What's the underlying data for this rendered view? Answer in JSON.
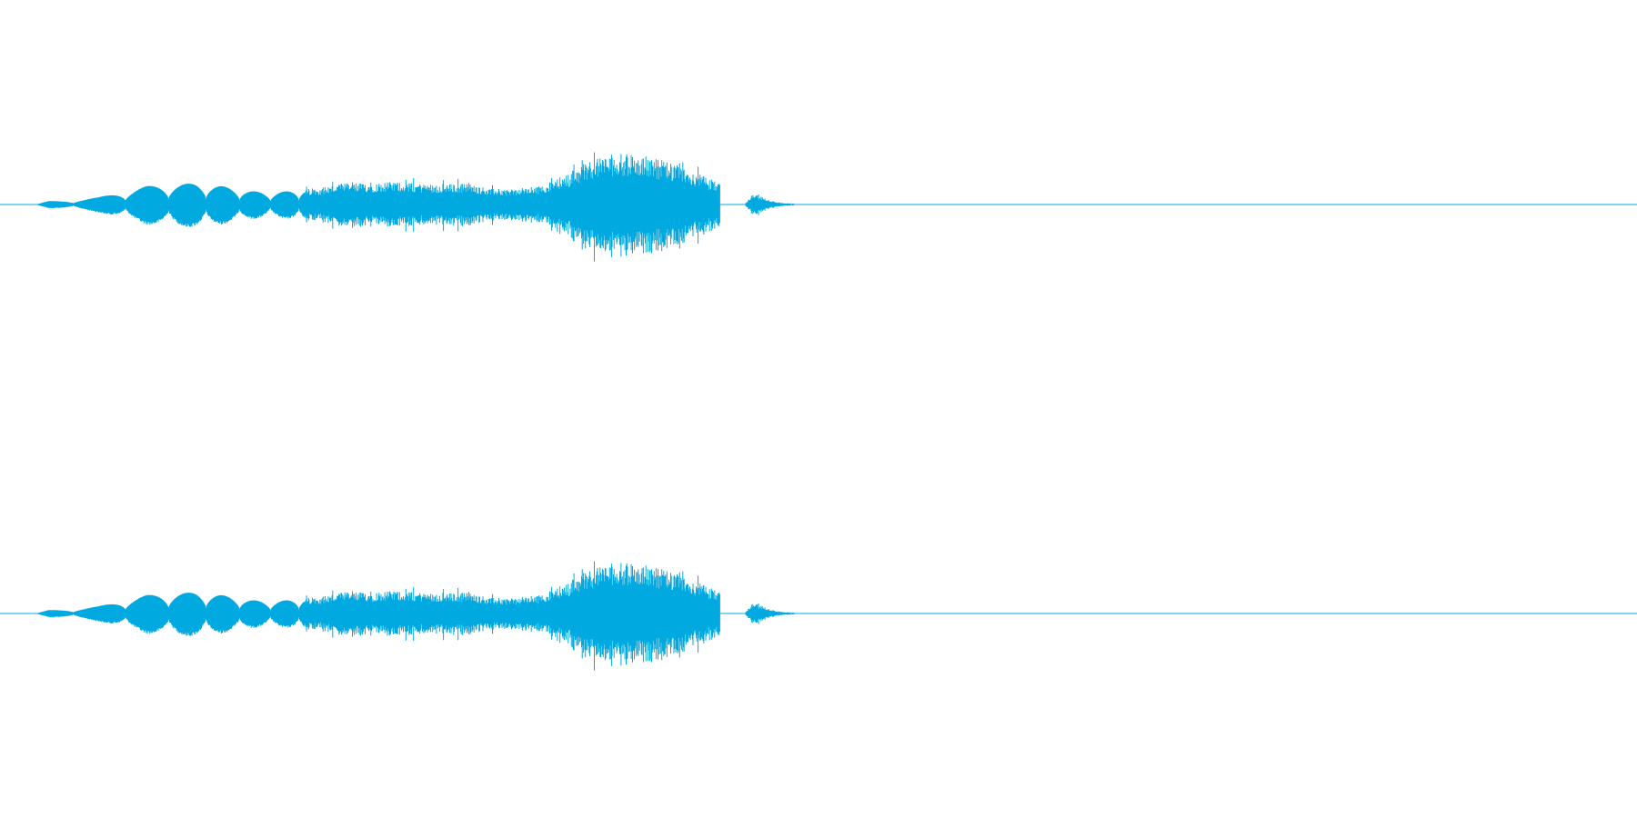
{
  "chart_data": {
    "type": "waveform",
    "title": "",
    "xlabel": "",
    "ylabel": "",
    "grid": false,
    "legend": "none",
    "color": "#00a9e0",
    "x_range": [
      0,
      1
    ],
    "amplitude_range": [
      -1,
      1
    ],
    "channels": [
      {
        "name": "",
        "envelope": {
          "x": [
            0.0,
            0.022,
            0.03,
            0.045,
            0.06,
            0.075,
            0.09,
            0.105,
            0.12,
            0.135,
            0.15,
            0.165,
            0.18,
            0.195,
            0.21,
            0.225,
            0.24,
            0.255,
            0.27,
            0.285,
            0.3,
            0.315,
            0.33,
            0.345,
            0.36,
            0.375,
            0.39,
            0.4,
            0.42,
            0.44,
            0.46,
            0.47,
            0.475,
            0.48,
            0.485,
            0.49,
            0.455,
            0.44
          ],
          "amplitude": [
            0,
            0,
            0.05,
            0.06,
            0.1,
            0.18,
            0.26,
            0.28,
            0.3,
            0.26,
            0.2,
            0.16,
            0.2,
            0.24,
            0.3,
            0.3,
            0.32,
            0.3,
            0.28,
            0.3,
            0.22,
            0.22,
            0.26,
            0.4,
            0.64,
            0.72,
            0.7,
            0.66,
            0.5,
            0.3,
            0.16,
            0.06,
            0.03,
            0.02,
            0.01,
            0.0,
            0.0,
            0.0
          ]
        },
        "active_x": [
          0.022,
          0.49
        ]
      },
      {
        "name": "",
        "envelope": {
          "x": [
            0.0,
            0.022,
            0.03,
            0.045,
            0.06,
            0.075,
            0.09,
            0.105,
            0.12,
            0.135,
            0.15,
            0.165,
            0.18,
            0.195,
            0.21,
            0.225,
            0.24,
            0.255,
            0.27,
            0.285,
            0.3,
            0.315,
            0.33,
            0.345,
            0.36,
            0.375,
            0.39,
            0.4,
            0.42,
            0.44,
            0.46,
            0.47,
            0.475,
            0.48,
            0.485,
            0.49,
            0.455,
            0.44
          ],
          "amplitude": [
            0,
            0,
            0.05,
            0.06,
            0.1,
            0.18,
            0.26,
            0.28,
            0.3,
            0.26,
            0.2,
            0.16,
            0.2,
            0.24,
            0.3,
            0.3,
            0.32,
            0.3,
            0.28,
            0.3,
            0.22,
            0.22,
            0.26,
            0.4,
            0.64,
            0.72,
            0.7,
            0.66,
            0.5,
            0.3,
            0.16,
            0.06,
            0.03,
            0.02,
            0.01,
            0.0,
            0.0,
            0.0
          ]
        },
        "active_x": [
          0.022,
          0.49
        ]
      }
    ]
  }
}
